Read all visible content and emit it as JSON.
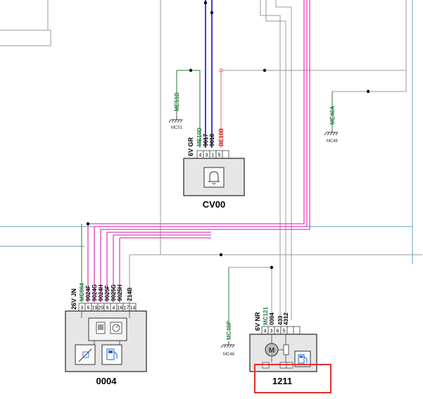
{
  "diagram": {
    "colors": {
      "ground_wire": "#2a7a3a",
      "power_wire": "#0000cc",
      "can_bus": "#e040c0",
      "signal_wire": "#999999",
      "frame_line": "#5aa0c8",
      "highlight": "#e03030",
      "red_label": "#e00000"
    },
    "connectors": {
      "cv00": {
        "name": "CV00",
        "connector": "6V GR",
        "pins": [
          "4",
          "3",
          "1",
          "5"
        ],
        "wires": [
          "ME10D",
          "9017",
          "9018",
          "BE10B"
        ],
        "ground": {
          "wire": "ME51B",
          "point": "MC51"
        },
        "icon": "bell-icon"
      },
      "c0004": {
        "name": "0004",
        "connector": "26V JN",
        "pins": [
          "3",
          "6",
          "19",
          "20",
          "9",
          "4",
          "16",
          "17",
          "14"
        ],
        "wires": [
          "MC004",
          "9024F",
          "9024G",
          "9024H",
          "9025F",
          "9025G",
          "9025H",
          "Z14B"
        ],
        "icons": [
          "display-icon",
          "gauge-icon",
          "wiper-icon",
          "fuel-icon"
        ]
      },
      "c1211": {
        "name": "1211",
        "connector": "6V NR",
        "pins": [
          "4",
          "3",
          "6",
          "5"
        ],
        "wires": [
          "MC121",
          "0004",
          "433",
          "4312"
        ],
        "ground": {
          "wire": "MC46P",
          "point": "MC46"
        },
        "icons": [
          "motor-icon",
          "fuel-pump-icon"
        ]
      }
    },
    "right_ground": {
      "wire": "ME46A",
      "point": "MC46"
    }
  }
}
